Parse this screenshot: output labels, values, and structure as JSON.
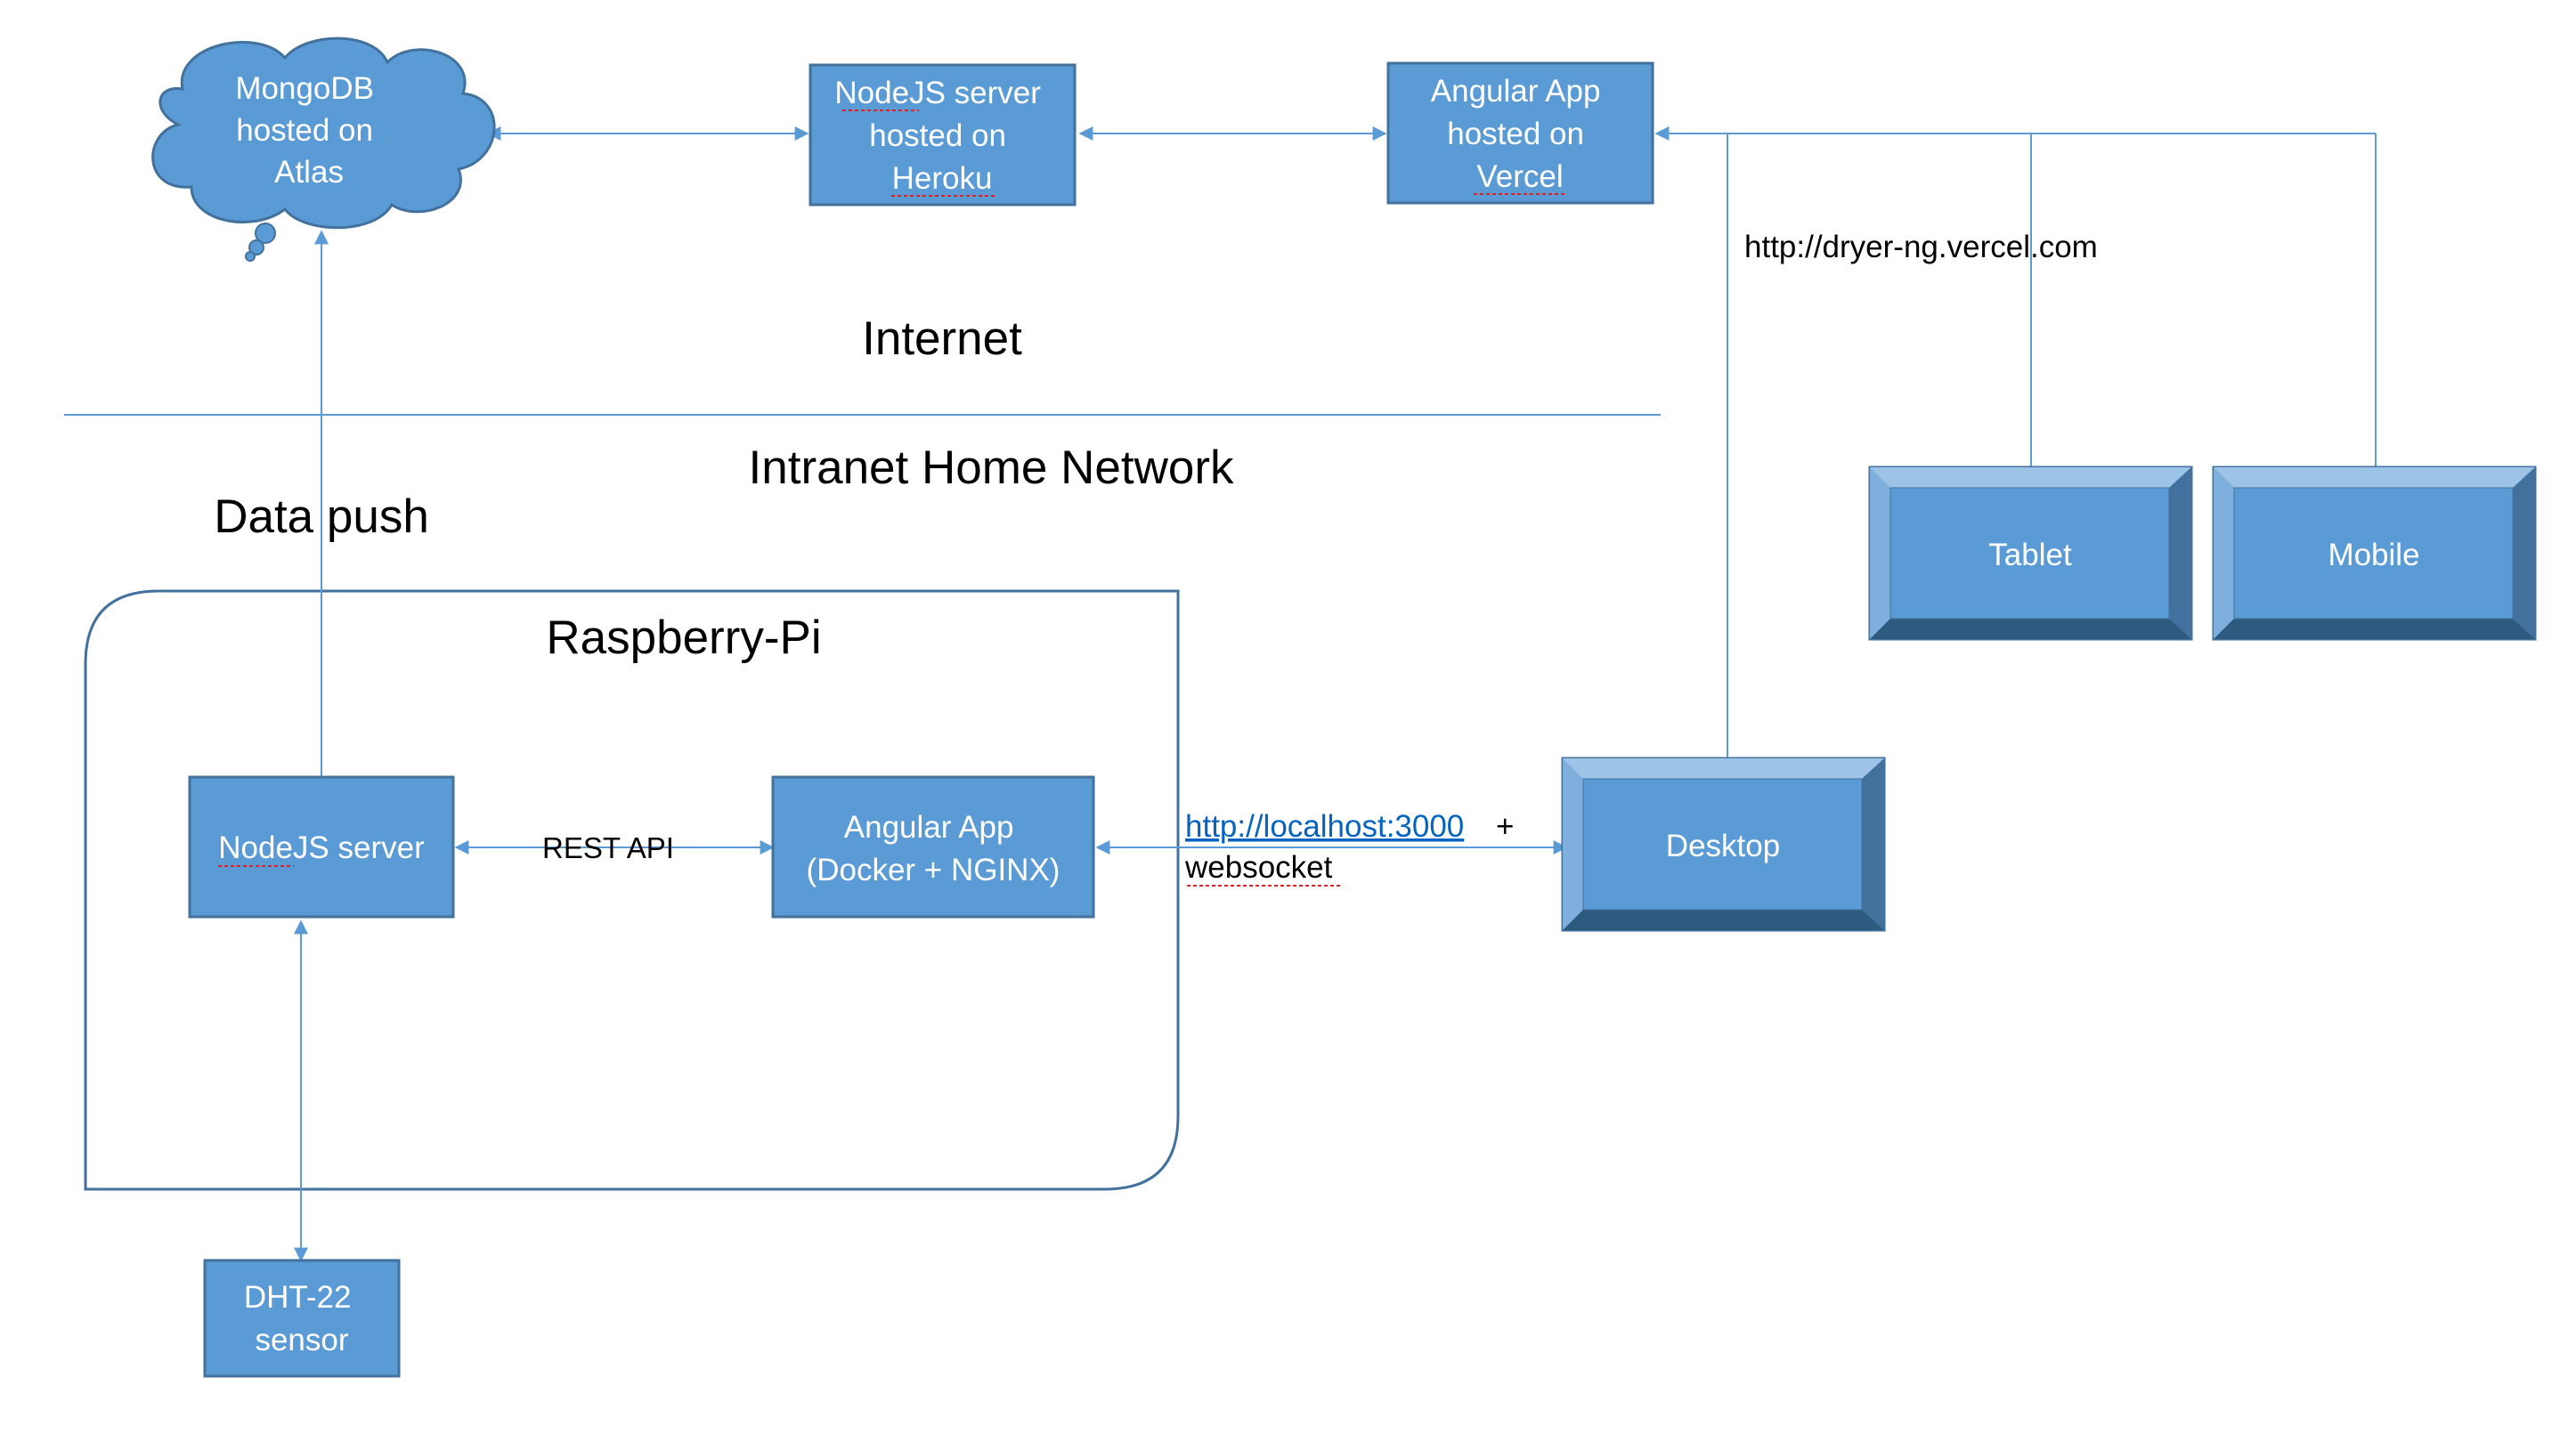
{
  "nodes": {
    "mongodb": [
      "MongoDB",
      "hosted on",
      "Atlas"
    ],
    "nodejs_cloud": [
      "NodeJS server",
      "hosted on",
      "Heroku"
    ],
    "angular_cloud": [
      "Angular App",
      "hosted on",
      "Vercel"
    ],
    "nodejs_local": "NodeJS server",
    "angular_local": [
      "Angular App",
      "(Docker + NGINX)"
    ],
    "dht22": [
      "DHT-22",
      "sensor"
    ],
    "tablet": "Tablet",
    "mobile": "Mobile",
    "desktop": "Desktop"
  },
  "labels": {
    "internet": "Internet",
    "intranet": "Intranet Home Network",
    "data_push": "Data push",
    "raspberry_pi": "Raspberry-Pi",
    "rest_api": "REST API",
    "vercel_url": "http://dryer-ng.vercel.com",
    "localhost_url": "http://localhost:3000",
    "localhost_suffix": " +",
    "websocket": "websocket"
  },
  "colors": {
    "node_fill": "#5b9bd5",
    "node_stroke": "#41719c",
    "connector": "#5b9bd5",
    "link": "#0563c1",
    "text_dark": "#000000",
    "text_light": "#ffffff"
  }
}
